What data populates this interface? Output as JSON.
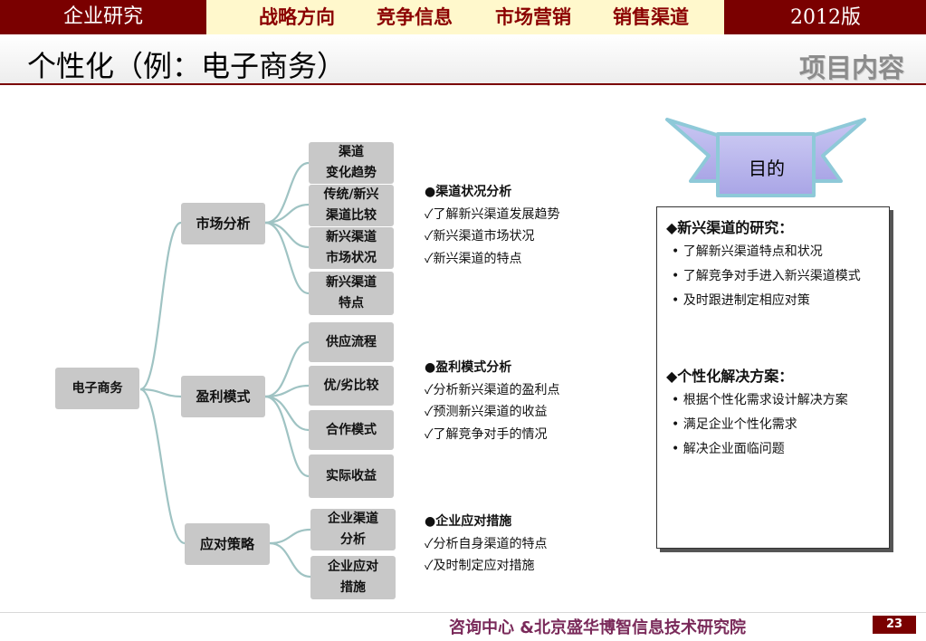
{
  "header": {
    "brand": "企业研究",
    "nav": [
      "战略方向",
      "竞争信息",
      "市场营销",
      "销售渠道"
    ],
    "version": "2012版"
  },
  "title": {
    "main": "个性化（例：电子商务）",
    "section": "项目内容"
  },
  "mindmap": {
    "root": "电子商务",
    "branches": [
      {
        "label": "市场分析",
        "children": [
          [
            "渠道",
            "变化趋势"
          ],
          [
            "传统/新兴",
            "渠道比较"
          ],
          [
            "新兴渠道",
            "市场状况"
          ],
          [
            "新兴渠道",
            "特点"
          ]
        ]
      },
      {
        "label": "盈利模式",
        "children": [
          [
            "供应流程"
          ],
          [
            "优/劣比较"
          ],
          [
            "合作模式"
          ],
          [
            "实际收益"
          ]
        ]
      },
      {
        "label": "应对策略",
        "children": [
          [
            "企业渠道",
            "分析"
          ],
          [
            "企业应对",
            "措施"
          ]
        ]
      }
    ]
  },
  "notes": [
    {
      "head": "●渠道状况分析",
      "items": [
        "✓了解新兴渠道发展趋势",
        "✓新兴渠道市场状况",
        "✓新兴渠道的特点"
      ]
    },
    {
      "head": "●盈利模式分析",
      "items": [
        "✓分析新兴渠道的盈利点",
        "✓预测新兴渠道的收益",
        "✓了解竞争对手的情况"
      ]
    },
    {
      "head": "●企业应对措施",
      "items": [
        "✓分析自身渠道的特点",
        "✓及时制定应对措施"
      ]
    }
  ],
  "banner": {
    "label": "目的"
  },
  "panel": {
    "sections": [
      {
        "title": "◆新兴渠道的研究：",
        "items": [
          "• 了解新兴渠道特点和状况",
          "• 了解竞争对手进入新兴渠道模式",
          "• 及时跟进制定相应对策"
        ]
      },
      {
        "title": "◆个性化解决方案：",
        "items": [
          "• 根据个性化需求设计解决方案",
          "• 满足企业个性化需求",
          "• 解决企业面临问题"
        ]
      }
    ]
  },
  "footer": {
    "org": "咨询中心 &北京盛华博智信息技术研究院",
    "page": "23"
  },
  "colors": {
    "header": "#7a0000",
    "nav_band": "#fff8cc",
    "box": "#c8c8c8",
    "line": "#9fc3c3",
    "banner": "#b9b6ec"
  }
}
